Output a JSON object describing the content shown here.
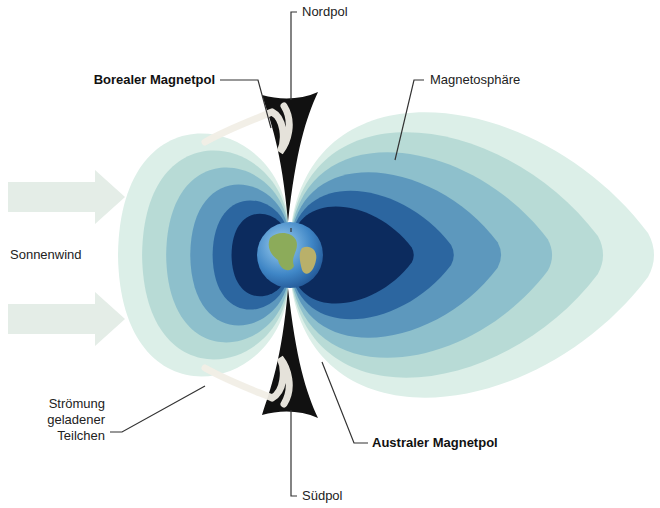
{
  "diagram": {
    "labels": [
      "Nordpol",
      "Borealer Magnetpol",
      "Magnetosphäre",
      "Sonnenwind",
      "Strömung geladener Teilchen",
      "Australer Magnetpol",
      "Südpol"
    ]
  }
}
